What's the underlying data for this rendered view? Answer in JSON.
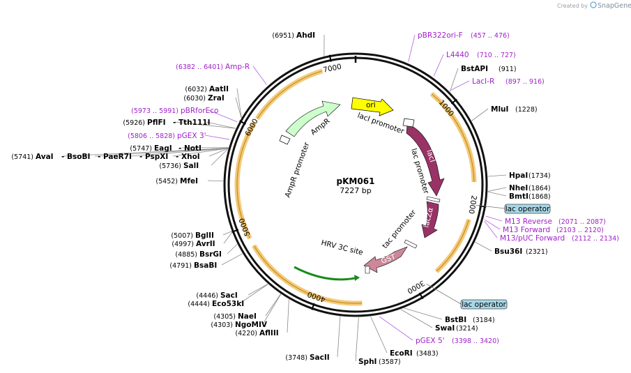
{
  "credit": {
    "prefix": "Created by",
    "brand": "SnapGene"
  },
  "plasmid": {
    "name": "pKM061",
    "size_label": "7227 bp"
  },
  "ticks": [
    "1000",
    "2000",
    "3000",
    "4000",
    "5000",
    "6000",
    "7000"
  ],
  "features": [
    {
      "name": "ori",
      "color": "#ffff00"
    },
    {
      "name": "lacI",
      "color": "#993366"
    },
    {
      "name": "lacZα",
      "color": "#993366"
    },
    {
      "name": "GST",
      "color": "#cc8899"
    },
    {
      "name": "AmpR",
      "color": "#ccffcc"
    }
  ],
  "promoters": [
    "lacI promoter",
    "lac promoter",
    "tac promoter",
    "AmpR promoter"
  ],
  "sites": [
    "HRV 3C site"
  ],
  "operators": [
    "lac operator",
    "lac operator"
  ],
  "enzymes": [
    {
      "name": "AhdI",
      "pos": "(6951)"
    },
    {
      "name": "BstAPI",
      "pos": "(911)"
    },
    {
      "name": "MluI",
      "pos": "(1228)"
    },
    {
      "name": "HpaI",
      "pos": "(1734)"
    },
    {
      "name": "NheI",
      "pos": "(1864)"
    },
    {
      "name": "BmtI",
      "pos": "(1868)"
    },
    {
      "name": "Bsu36I",
      "pos": "(2321)"
    },
    {
      "name": "BstBI",
      "pos": "(3184)"
    },
    {
      "name": "SwaI",
      "pos": "(3214)"
    },
    {
      "name": "EcoRI",
      "pos": "(3483)"
    },
    {
      "name": "SphI",
      "pos": "(3587)"
    },
    {
      "name": "SacII",
      "pos": "(3748)"
    },
    {
      "name": "AflIII",
      "pos": "(4220)"
    },
    {
      "name": "NgoMIV",
      "pos": "(4303)"
    },
    {
      "name": "NaeI",
      "pos": "(4305)"
    },
    {
      "name": "Eco53kI",
      "pos": "(4444)"
    },
    {
      "name": "SacI",
      "pos": "(4446)"
    },
    {
      "name": "BsaBI",
      "pos": "(4791)"
    },
    {
      "name": "BsrGI",
      "pos": "(4885)"
    },
    {
      "name": "AvrII",
      "pos": "(4997)"
    },
    {
      "name": "BglII",
      "pos": "(5007)"
    },
    {
      "name": "MfeI",
      "pos": "(5452)"
    },
    {
      "name": "SalI",
      "pos": "(5736)"
    },
    {
      "name": "AvaI",
      "pos": "(5741)"
    },
    {
      "name": "BsoBI",
      "pos": ""
    },
    {
      "name": "PaeR7I",
      "pos": ""
    },
    {
      "name": "PspXI",
      "pos": ""
    },
    {
      "name": "XhoI",
      "pos": ""
    },
    {
      "name": "EagI",
      "pos": "(5747)"
    },
    {
      "name": "NotI",
      "pos": ""
    },
    {
      "name": "PflFI",
      "pos": "(5926)"
    },
    {
      "name": "Tth111I",
      "pos": ""
    },
    {
      "name": "ZraI",
      "pos": "(6030)"
    },
    {
      "name": "AatII",
      "pos": "(6032)"
    }
  ],
  "primers": [
    {
      "name": "pBR322ori-F",
      "pos": "(457 .. 476)"
    },
    {
      "name": "L4440",
      "pos": "(710 .. 727)"
    },
    {
      "name": "LacI-R",
      "pos": "(897 .. 916)"
    },
    {
      "name": "M13 Reverse",
      "pos": "(2071 .. 2087)"
    },
    {
      "name": "M13 Forward",
      "pos": "(2103 .. 2120)"
    },
    {
      "name": "M13/pUC Forward",
      "pos": "(2112 .. 2134)"
    },
    {
      "name": "pGEX 5'",
      "pos": "(3398 .. 3420)"
    },
    {
      "name": "pGEX 3'",
      "pos": "(5806 .. 5828)"
    },
    {
      "name": "pBRforEco",
      "pos": "(5973 .. 5991)"
    },
    {
      "name": "Amp-R",
      "pos": "(6382 .. 6401)"
    }
  ]
}
